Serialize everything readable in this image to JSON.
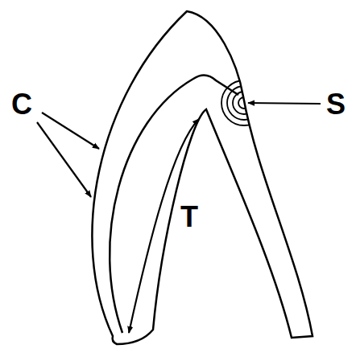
{
  "diagram": {
    "labels": [
      "C",
      "T",
      "S"
    ]
  }
}
